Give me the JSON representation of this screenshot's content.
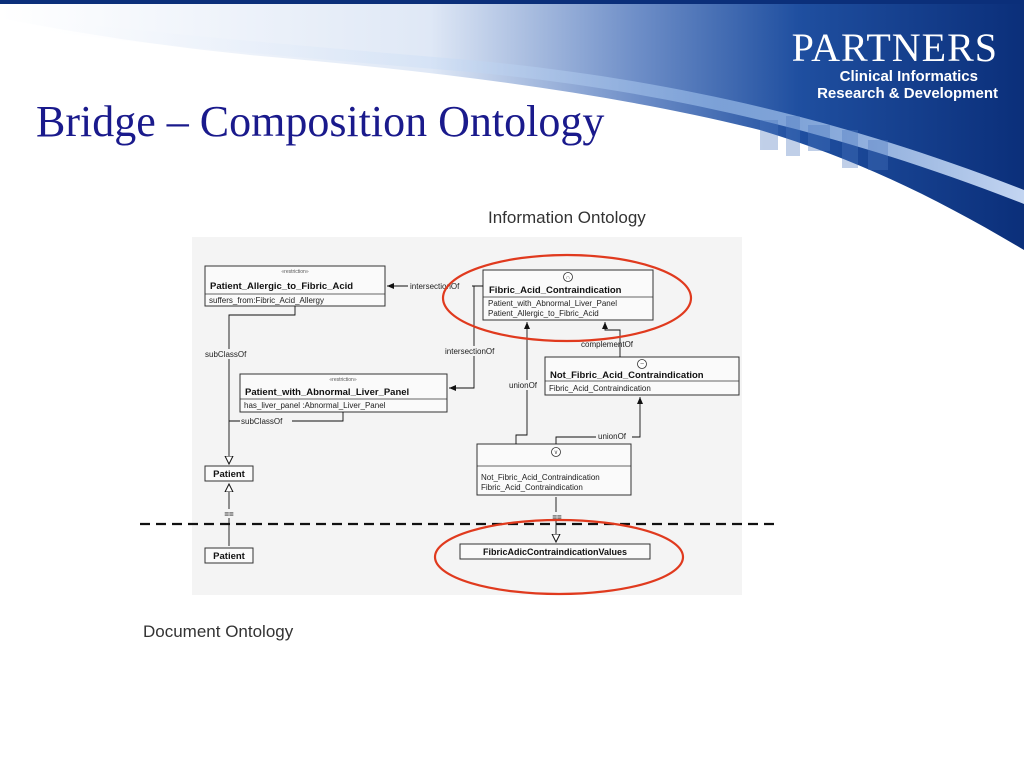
{
  "slide": {
    "title": "Bridge – Composition Ontology"
  },
  "logo": {
    "word_main": "PARTNERS",
    "line1": "Clinical Informatics",
    "line2": "Research & Development"
  },
  "diagram": {
    "information_ontology_label": "Information Ontology",
    "document_ontology_label": "Document Ontology",
    "classes": {
      "patient_allergic": {
        "stereotype": "«restriction»",
        "name": "Patient_Allergic_to_Fibric_Acid",
        "attrs": [
          "suffers_from:Fibric_Acid_Allergy"
        ]
      },
      "fibric_contra": {
        "symbol": "∩",
        "name": "Fibric_Acid_Contraindication",
        "attrs": [
          "Patient_with_Abnormal_Liver_Panel",
          "Patient_Allergic_to_Fibric_Acid"
        ]
      },
      "not_fibric": {
        "symbol": "−",
        "name": "Not_Fibric_Acid_Contraindication",
        "attrs": [
          "Fibric_Acid_Contraindication"
        ]
      },
      "abnormal_liver": {
        "stereotype": "«restriction»",
        "name": "Patient_with_Abnormal_Liver_Panel",
        "attrs": [
          "has_liver_panel :Abnormal_Liver_Panel"
        ]
      },
      "union_class": {
        "symbol": "∨",
        "attrs": [
          "Not_Fibric_Acid_Contraindication",
          "Fibric_Acid_Contraindication"
        ]
      },
      "patient_info": {
        "name": "Patient"
      },
      "patient_doc": {
        "name": "Patient"
      },
      "values": {
        "name": "FibricAdicContraindicationValues"
      }
    },
    "edges": {
      "intersection1": "intersectionOf",
      "intersection2": "intersectionOf",
      "complement": "complementOf",
      "union1": "unionOf",
      "union2": "unionOf",
      "subclass1": "subClassOf",
      "subclass2": "subClassOf",
      "eq1": "==",
      "eq2": "=="
    },
    "colors": {
      "highlight_ellipse": "#e03a1e",
      "title_blue": "#1a1a8c",
      "banner_blue": "#0b2f7a"
    }
  }
}
